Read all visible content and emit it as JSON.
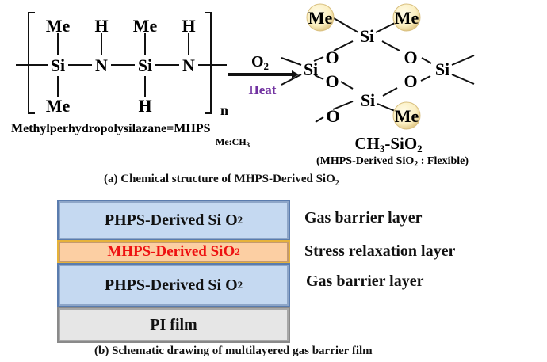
{
  "panel_a": {
    "monomer": {
      "top_substituents": [
        "Me",
        "H",
        "Me",
        "H"
      ],
      "backbone": [
        "Si",
        "N",
        "Si",
        "N"
      ],
      "bottom_substituents": [
        "Me",
        "H"
      ],
      "repeat_subscript": "n"
    },
    "name_label": "Methylperhydropolysilazane=MHPS",
    "me_note": "Me:CH",
    "me_note_sub": "3",
    "arrow": {
      "above": "O",
      "above_sub": "2",
      "below": "Heat",
      "below_color": "#7030a0"
    },
    "product": {
      "me_groups": [
        "Me",
        "Me",
        "Me"
      ],
      "si_atoms": [
        "Si",
        "Si",
        "Si",
        "Si"
      ],
      "o_atoms": [
        "O",
        "O",
        "O",
        "O",
        "O"
      ],
      "formula_parts": [
        "CH",
        "3",
        "-SiO",
        "2"
      ],
      "note_parts": [
        "(MHPS-Derived SiO",
        "2",
        " : Flexible)"
      ]
    },
    "caption_parts": [
      "(a) Chemical structure of MHPS-Derived SiO",
      "2"
    ]
  },
  "panel_b": {
    "layers": [
      {
        "text": "PHPS-Derived Si O",
        "sub": "2",
        "side_label": "Gas barrier layer",
        "type": "blue"
      },
      {
        "text": "MHPS-Derived SiO",
        "sub": "2",
        "side_label": "Stress relaxation layer",
        "type": "orange"
      },
      {
        "text": "PHPS-Derived Si O",
        "sub": "2",
        "side_label": "Gas barrier layer",
        "type": "blue"
      },
      {
        "text": "PI film",
        "sub": "",
        "side_label": "",
        "type": "gray"
      }
    ],
    "caption": "(b) Schematic drawing of  multilayered gas barrier film"
  },
  "colors": {
    "gas_barrier_fill": "#c5d9f1",
    "stress_relax_fill": "#fccfa3",
    "stress_relax_text": "#ee1111",
    "pi_film_fill": "#e6e6e6",
    "me_circle_fill": "#fbefc0"
  }
}
